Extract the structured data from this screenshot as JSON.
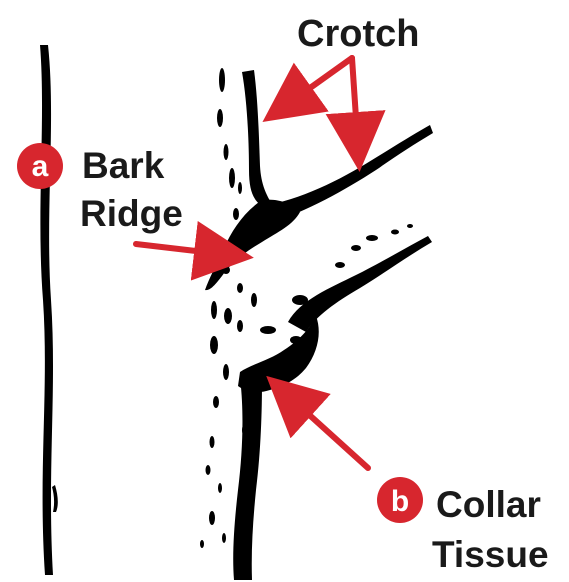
{
  "colors": {
    "accent": "#d7262e",
    "ink": "#000000",
    "text": "#1a1a1a",
    "background": "#ffffff"
  },
  "labels": {
    "crotch": "Crotch",
    "bark_ridge_line1": "Bark",
    "bark_ridge_line2": "Ridge",
    "collar_line1": "Collar",
    "collar_line2": "Tissue"
  },
  "badges": {
    "a": "a",
    "b": "b"
  },
  "icons": {
    "arrow": "arrow-icon",
    "badge": "circle-badge"
  }
}
